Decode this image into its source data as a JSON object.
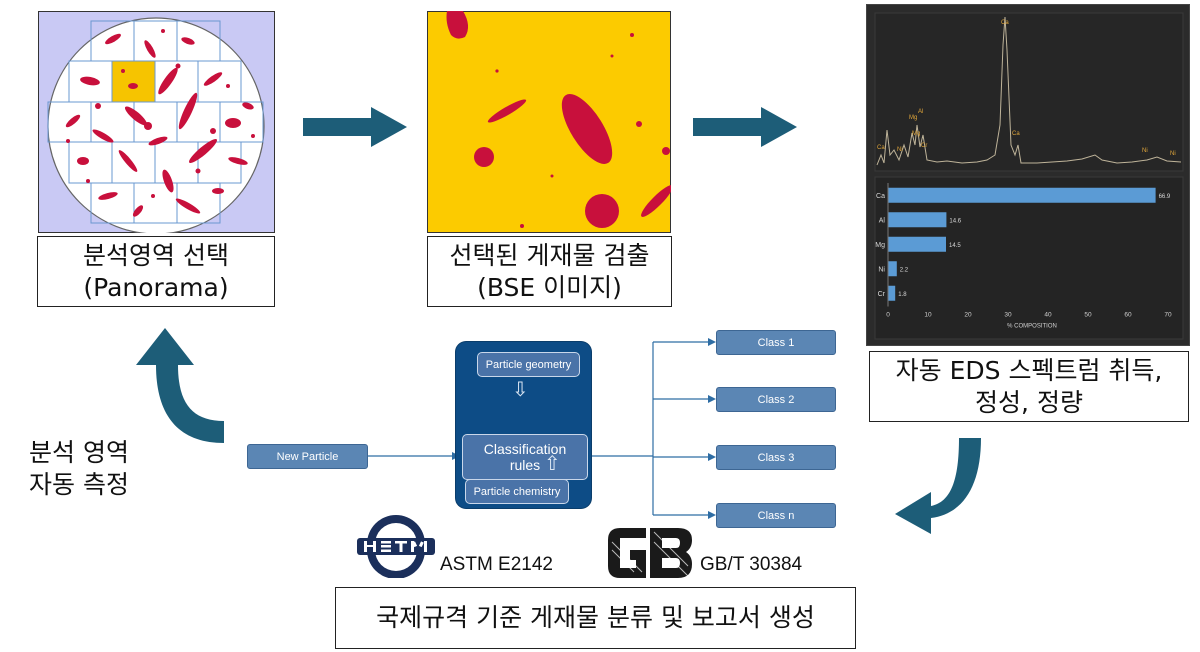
{
  "steps": {
    "panorama_caption": "분석영역 선택\n(Panorama)",
    "bse_caption": "선택된 게재물 검출\n(BSE 이미지)",
    "eds_caption": "자동 EDS 스펙트럼 취득,\n정성, 정량",
    "report_caption": "국제규격 기준 게재물 분류 및 보고서 생성",
    "auto_measure_label": "분석 영역\n자동 측정"
  },
  "classifier": {
    "input": "New Particle",
    "geometry": "Particle geometry",
    "rules": "Classification rules",
    "chemistry": "Particle chemistry",
    "classes": [
      "Class 1",
      "Class 2",
      "Class 3",
      "Class n"
    ]
  },
  "standards": {
    "astm_label": "ASTM E2142",
    "gb_label": "GB/T 30384"
  },
  "eds_spectrum": {
    "peak_labels": [
      "Ca",
      "Mg",
      "Al",
      "Mg",
      "Cr",
      "Ni",
      "Ca",
      "Ca",
      "Ni",
      "Ni"
    ]
  },
  "chart_data": {
    "type": "bar",
    "orientation": "horizontal",
    "categories": [
      "Ca",
      "Al",
      "Mg",
      "Ni",
      "Cr"
    ],
    "values": [
      66.9,
      14.6,
      14.5,
      2.2,
      1.8
    ],
    "value_labels": [
      "66.9",
      "14.6",
      "14.5",
      "2.2",
      "1.8"
    ],
    "xlabel": "% COMPOSITION",
    "xlim": [
      0,
      72
    ],
    "xticks": [
      "0",
      "10",
      "20",
      "30",
      "40",
      "50",
      "60",
      "70"
    ]
  },
  "colors": {
    "arrow": "#1d5d78",
    "bse_background": "#fccb00",
    "particle": "#c8103c",
    "panorama_background": "#c9c9f4",
    "panorama_highlight": "#f6c400",
    "classifier_panel": "#0d4c86",
    "class_pill": "#5b86b4",
    "bar": "#5b9bd5",
    "chart_background": "#2b2b2b"
  }
}
